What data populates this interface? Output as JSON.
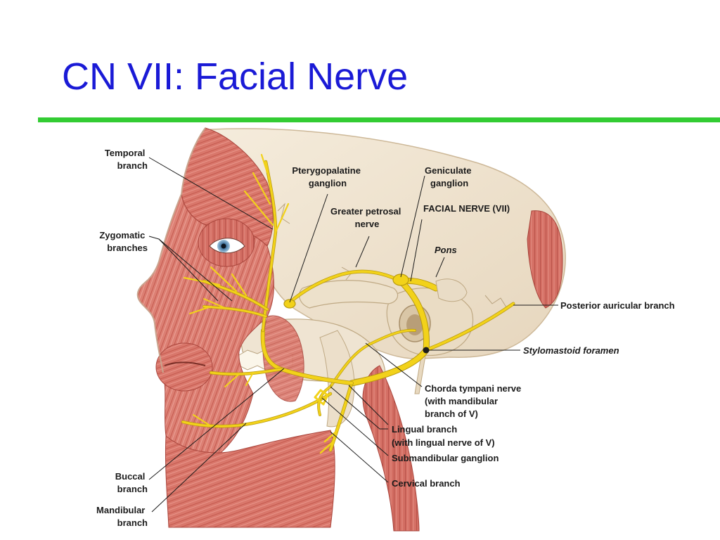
{
  "slide": {
    "title": "CN VII: Facial Nerve"
  },
  "labels": {
    "temporal_branch": [
      "Temporal",
      "branch"
    ],
    "zygomatic_branches": [
      "Zygomatic",
      "branches"
    ],
    "buccal_branch": [
      "Buccal",
      "branch"
    ],
    "mandibular_branch": [
      "Mandibular",
      "branch"
    ],
    "pterygopalatine_ganglion": [
      "Pterygopalatine",
      "ganglion"
    ],
    "geniculate_ganglion": [
      "Geniculate",
      "ganglion"
    ],
    "greater_petrosal_nerve": [
      "Greater petrosal",
      "nerve"
    ],
    "facial_nerve": "FACIAL NERVE (VII)",
    "pons": "Pons",
    "posterior_auricular_branch": "Posterior auricular branch",
    "stylomastoid_foramen": "Stylomastoid foramen",
    "chorda_tympani_nerve": [
      "Chorda tympani nerve",
      "(with mandibular",
      "branch of V)"
    ],
    "lingual_branch": [
      "Lingual branch",
      "(with lingual nerve of V)"
    ],
    "submandibular_ganglion": "Submandibular ganglion",
    "cervical_branch": "Cervical branch"
  },
  "colors": {
    "title": "#1a1ad6",
    "title_rule": "#33cc33",
    "nerve": "#f2d21a",
    "muscle": "#d9776b",
    "bone": "#efe3cf",
    "label": "#1b1b1b"
  }
}
